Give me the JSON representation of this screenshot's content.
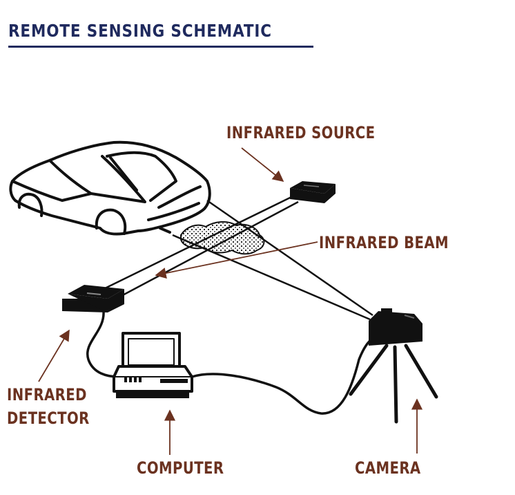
{
  "title": "REMOTE SENSING SCHEMATIC",
  "labels": {
    "infrared_source": "INFRARED SOURCE",
    "infrared_beam": "INFRARED BEAM",
    "infrared_detector_line1": "INFRARED",
    "infrared_detector_line2": "DETECTOR",
    "computer": "COMPUTER",
    "camera": "CAMERA"
  },
  "colors": {
    "title": "#1f2a5e",
    "label": "#6b3220",
    "ink": "#111111"
  }
}
